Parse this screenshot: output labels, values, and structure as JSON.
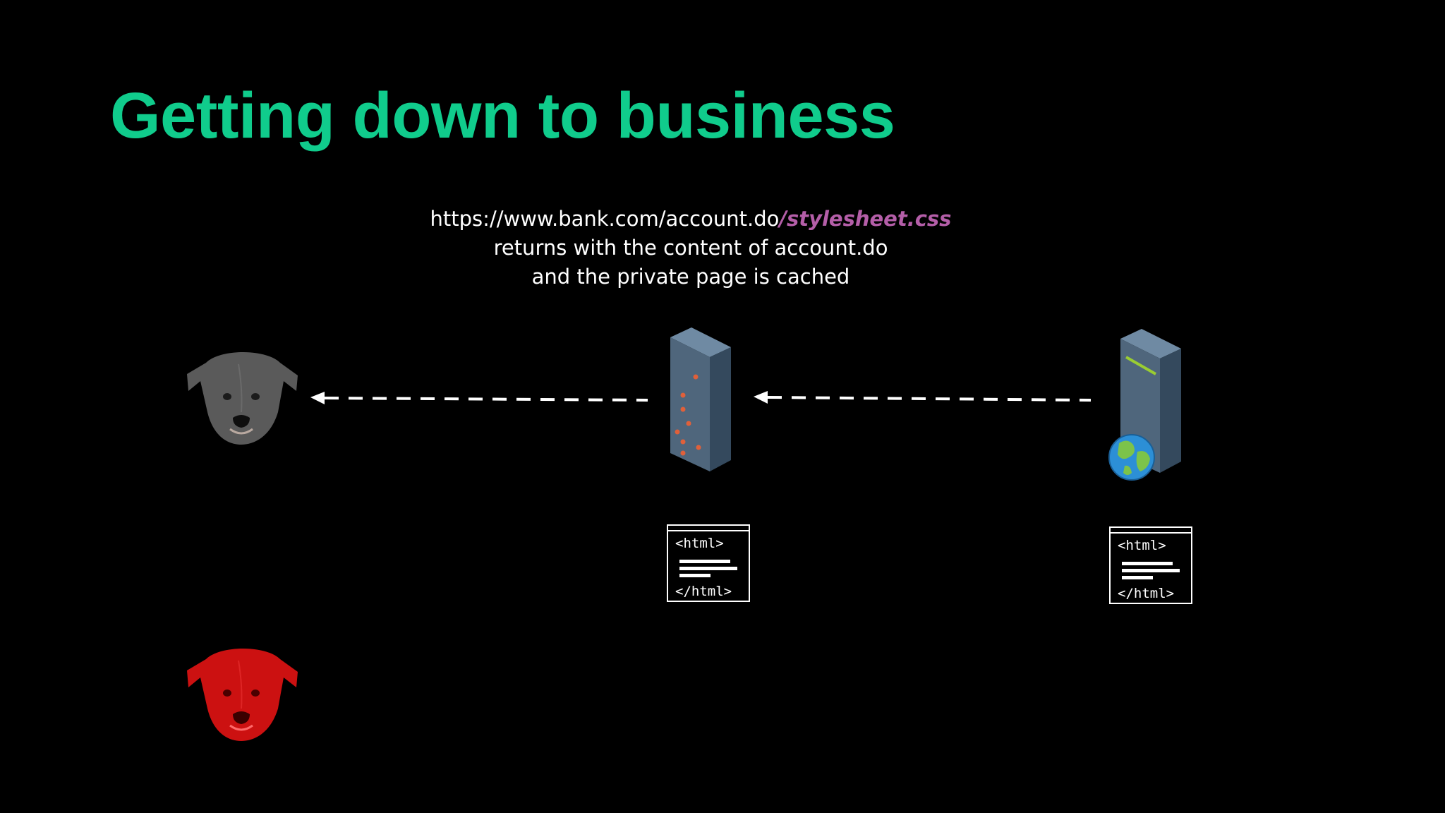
{
  "slide": {
    "title": "Getting down to business",
    "title_color": "#10cc8c"
  },
  "caption": {
    "url_base": "https://www.bank.com/account.do",
    "url_suffix": "/stylesheet.css",
    "url_suffix_color": "#b45ea8",
    "line2": "returns with the content of account.do",
    "line3": "and the private page is cached"
  },
  "diagram": {
    "client": {
      "icon": "dog-head-icon",
      "color": "#5a5a5a"
    },
    "attacker": {
      "icon": "dog-head-icon",
      "color": "#cc1111"
    },
    "cache_server": {
      "icon": "server-tower-icon",
      "light_color": "#e0603a"
    },
    "origin_server": {
      "icon": "web-server-globe-icon",
      "light_color": "#9acd32"
    },
    "cache_doc": {
      "open_tag": "<html>",
      "close_tag": "</html>"
    },
    "origin_doc": {
      "open_tag": "<html>",
      "close_tag": "</html>"
    }
  }
}
